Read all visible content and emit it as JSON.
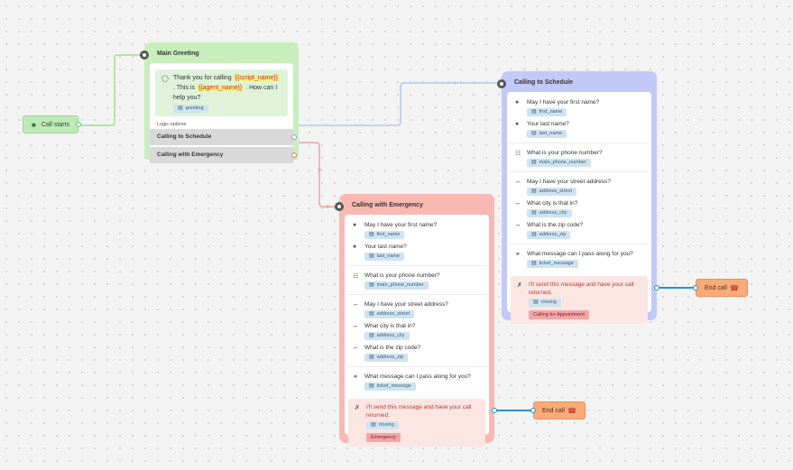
{
  "start": {
    "label": "Call starts",
    "icon": "chat-icon"
  },
  "greeting": {
    "title": "Main Greeting",
    "text_before": "Thank you for calling",
    "var_script": "{{script_name}}",
    "text_mid": ". This is",
    "var_agent": "{{agent_name}}",
    "text_after": ". How can I help you?",
    "tag": "greeting",
    "logic_label": "Logic options",
    "options": [
      "Calling to Schedule",
      "Calling with Emergency"
    ]
  },
  "emergency": {
    "title": "Calling with Emergency",
    "groups": [
      [
        {
          "q": "May I have your first name?",
          "tag": "first_name",
          "icon": "person-icon"
        },
        {
          "q": "Your last name?",
          "tag": "last_name",
          "icon": "person-icon"
        }
      ],
      [
        {
          "q": "What is your phone number?",
          "tag": "main_phone_number",
          "icon": "phone-list-icon"
        }
      ],
      [
        {
          "q": "May I have your street address?",
          "tag": "address_street",
          "icon": "ear-icon"
        },
        {
          "q": "What city is that in?",
          "tag": "address_city",
          "icon": "ear-icon"
        },
        {
          "q": "What is the zip code?",
          "tag": "address_zip",
          "icon": "ear-icon"
        }
      ],
      [
        {
          "q": "What message can I pass along for you?",
          "tag": "ticket_message",
          "icon": "chat-bubbles-icon"
        }
      ]
    ],
    "closing": {
      "text": "I'll send this message and have your call returned.",
      "tag": "closing",
      "badge": "Emergency"
    },
    "end_label": "End call"
  },
  "schedule": {
    "title": "Calling to Schedule",
    "groups": [
      [
        {
          "q": "May I have your first name?",
          "tag": "first_name",
          "icon": "person-icon"
        },
        {
          "q": "Your last name?",
          "tag": "last_name",
          "icon": "person-icon"
        }
      ],
      [
        {
          "q": "What is your phone number?",
          "tag": "main_phone_number",
          "icon": "phone-list-icon"
        }
      ],
      [
        {
          "q": "May I have your street address?",
          "tag": "address_street",
          "icon": "ear-icon"
        },
        {
          "q": "What city is that in?",
          "tag": "address_city",
          "icon": "ear-icon"
        },
        {
          "q": "What is the zip code?",
          "tag": "address_zip",
          "icon": "ear-icon"
        }
      ],
      [
        {
          "q": "What message can I pass along for you?",
          "tag": "ticket_message",
          "icon": "chat-bubbles-icon"
        }
      ]
    ],
    "closing": {
      "text": "I'll send this message and have your call returned.",
      "tag": "closing",
      "badge": "Calling for Appointment"
    },
    "end_label": "End call"
  },
  "colors": {
    "greeting_bg": "#c8efbb",
    "schedule_bg": "#c3c9f7",
    "emergency_bg": "#f8b9b3",
    "end_bg": "#f9ab7a",
    "wire_green": "#9fe08f",
    "wire_blue": "#b9c3f3",
    "wire_red": "#f3a1a0",
    "wire_end": "#2b8fd3"
  }
}
